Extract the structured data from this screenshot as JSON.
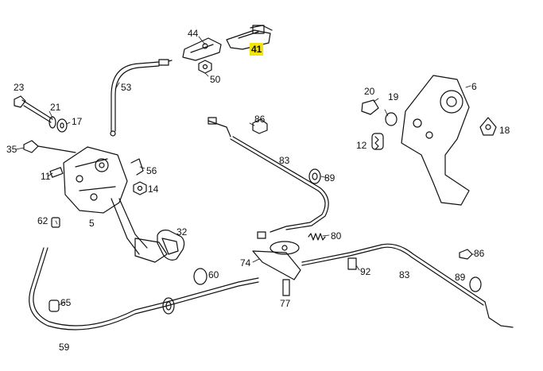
{
  "diagram": {
    "highlighted_part": "41",
    "callouts": [
      {
        "id": "c44",
        "text": "44"
      },
      {
        "id": "c41",
        "text": "41"
      },
      {
        "id": "c50",
        "text": "50"
      },
      {
        "id": "c53",
        "text": "53"
      },
      {
        "id": "c23",
        "text": "23"
      },
      {
        "id": "c21",
        "text": "21"
      },
      {
        "id": "c17",
        "text": "17"
      },
      {
        "id": "c35",
        "text": "35"
      },
      {
        "id": "c11",
        "text": "11"
      },
      {
        "id": "c56",
        "text": "56"
      },
      {
        "id": "c14",
        "text": "14"
      },
      {
        "id": "c62",
        "text": "62"
      },
      {
        "id": "c5",
        "text": "5"
      },
      {
        "id": "c32",
        "text": "32"
      },
      {
        "id": "c60",
        "text": "60"
      },
      {
        "id": "c65",
        "text": "65"
      },
      {
        "id": "c59",
        "text": "59"
      },
      {
        "id": "c86a",
        "text": "86"
      },
      {
        "id": "c83a",
        "text": "83"
      },
      {
        "id": "c89a",
        "text": "89"
      },
      {
        "id": "c80",
        "text": "80"
      },
      {
        "id": "c74",
        "text": "74"
      },
      {
        "id": "c77",
        "text": "77"
      },
      {
        "id": "c92",
        "text": "92"
      },
      {
        "id": "c83b",
        "text": "83"
      },
      {
        "id": "c86b",
        "text": "86"
      },
      {
        "id": "c89b",
        "text": "89"
      },
      {
        "id": "c20",
        "text": "20"
      },
      {
        "id": "c19",
        "text": "19"
      },
      {
        "id": "c6",
        "text": "6"
      },
      {
        "id": "c12",
        "text": "12"
      },
      {
        "id": "c18",
        "text": "18"
      }
    ]
  }
}
